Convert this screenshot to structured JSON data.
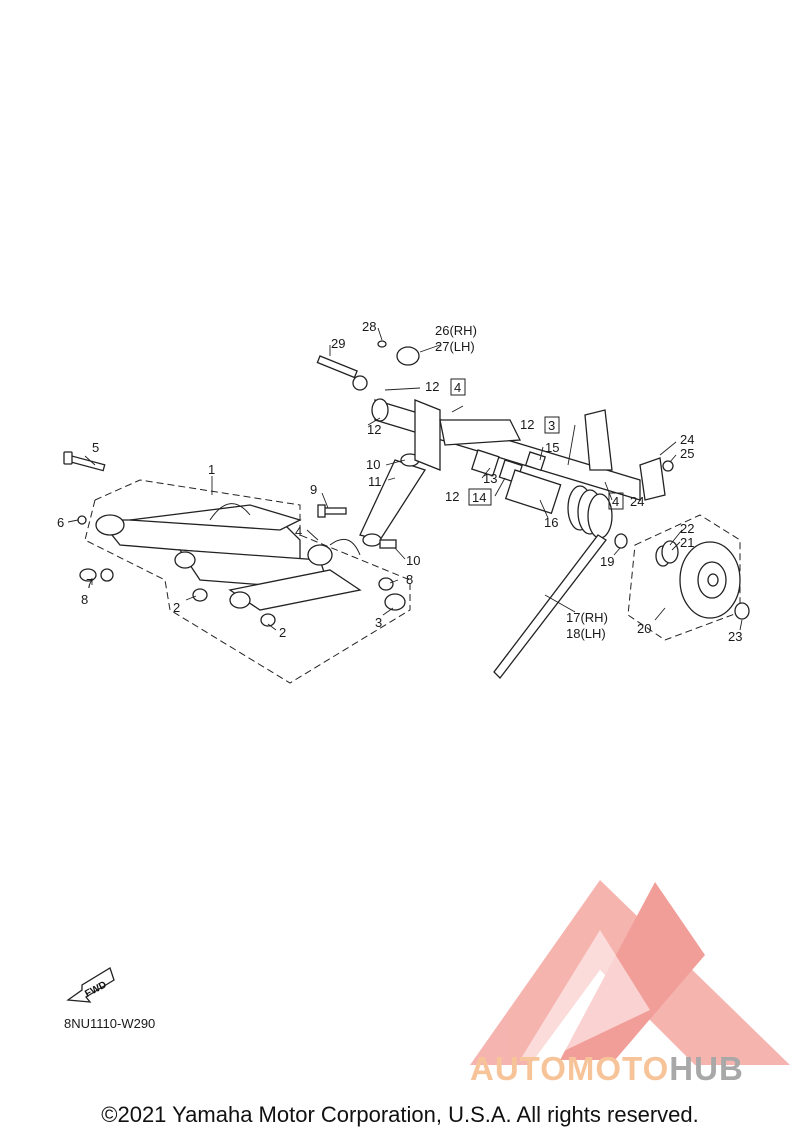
{
  "callouts": {
    "c1": "1",
    "c2a": "2",
    "c2b": "2",
    "c3": "3",
    "c4a": "4",
    "c5": "5",
    "c6": "6",
    "c7": "7",
    "c8a": "8",
    "c8b": "8",
    "c9": "9",
    "c10a": "10",
    "c10b": "10",
    "c11": "11",
    "c12a": "12",
    "c12b": "12",
    "c12c": "12",
    "c12d": "12",
    "c13": "13",
    "c15": "15",
    "c16": "16",
    "c17": "17(RH)",
    "c18": "18(LH)",
    "c19": "19",
    "c20": "20",
    "c21": "21",
    "c22": "22",
    "c23": "23",
    "c24a": "24",
    "c24b": "24",
    "c25": "25",
    "c26": "26(RH)",
    "c27": "27(LH)",
    "c28": "28",
    "c29": "29",
    "box4a": "4",
    "box3": "3",
    "box14": "14",
    "box4b": "4"
  },
  "fwd_label": "FWD",
  "drawing_code": "8NU1110-W290",
  "watermark": {
    "part1": "AUTOMOTO",
    "part2": "HUB",
    "color1": "#f7c49a",
    "color2": "#a8a8a8",
    "triangle": "#f08a84"
  },
  "copyright": "©2021 Yamaha Motor Corporation, U.S.A. All rights reserved."
}
